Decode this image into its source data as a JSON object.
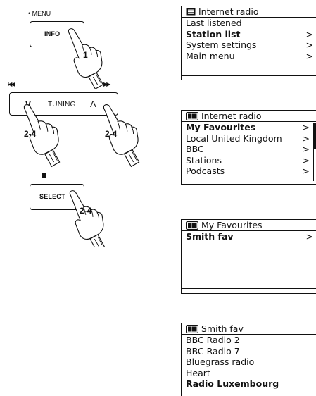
{
  "buttons": {
    "menu_caption": "• MENU",
    "info_label": "INFO",
    "info_step": "1",
    "prev_symbol": "I◀◀",
    "next_symbol": "▶▶I",
    "down_symbol": "V",
    "tuning_label": "TUNING",
    "up_symbol": "Λ",
    "tuning_step_left": "2-4",
    "tuning_step_right": "2-4",
    "stop_symbol": "■",
    "select_label": "SELECT",
    "select_step": "2-4"
  },
  "screens": [
    {
      "title": "Internet radio",
      "icon": "list-icon",
      "rows": [
        {
          "label": "Last listened",
          "arrow": "",
          "selected": false
        },
        {
          "label": "Station list",
          "arrow": ">",
          "selected": true
        },
        {
          "label": "System settings",
          "arrow": ">",
          "selected": false
        },
        {
          "label": "Main menu",
          "arrow": ">",
          "selected": false
        }
      ]
    },
    {
      "title": "Internet radio",
      "icon": "folder-icon",
      "rows": [
        {
          "label": "My Favourites",
          "arrow": ">",
          "selected": true
        },
        {
          "label": "Local United Kingdom",
          "arrow": ">",
          "selected": false
        },
        {
          "label": "BBC",
          "arrow": ">",
          "selected": false
        },
        {
          "label": "Stations",
          "arrow": ">",
          "selected": false
        },
        {
          "label": "Podcasts",
          "arrow": ">",
          "selected": false
        }
      ]
    },
    {
      "title": "My Favourites",
      "icon": "folder-icon",
      "rows": [
        {
          "label": "Smith fav",
          "arrow": ">",
          "selected": true
        }
      ]
    },
    {
      "title": "Smith fav",
      "icon": "folder-icon",
      "rows": [
        {
          "label": "BBC Radio 2",
          "arrow": "",
          "selected": false
        },
        {
          "label": "BBC Radio 7",
          "arrow": "",
          "selected": false
        },
        {
          "label": "Bluegrass radio",
          "arrow": "",
          "selected": false
        },
        {
          "label": "Heart",
          "arrow": "",
          "selected": false
        },
        {
          "label": "Radio Luxembourg",
          "arrow": "",
          "selected": true
        }
      ]
    }
  ]
}
